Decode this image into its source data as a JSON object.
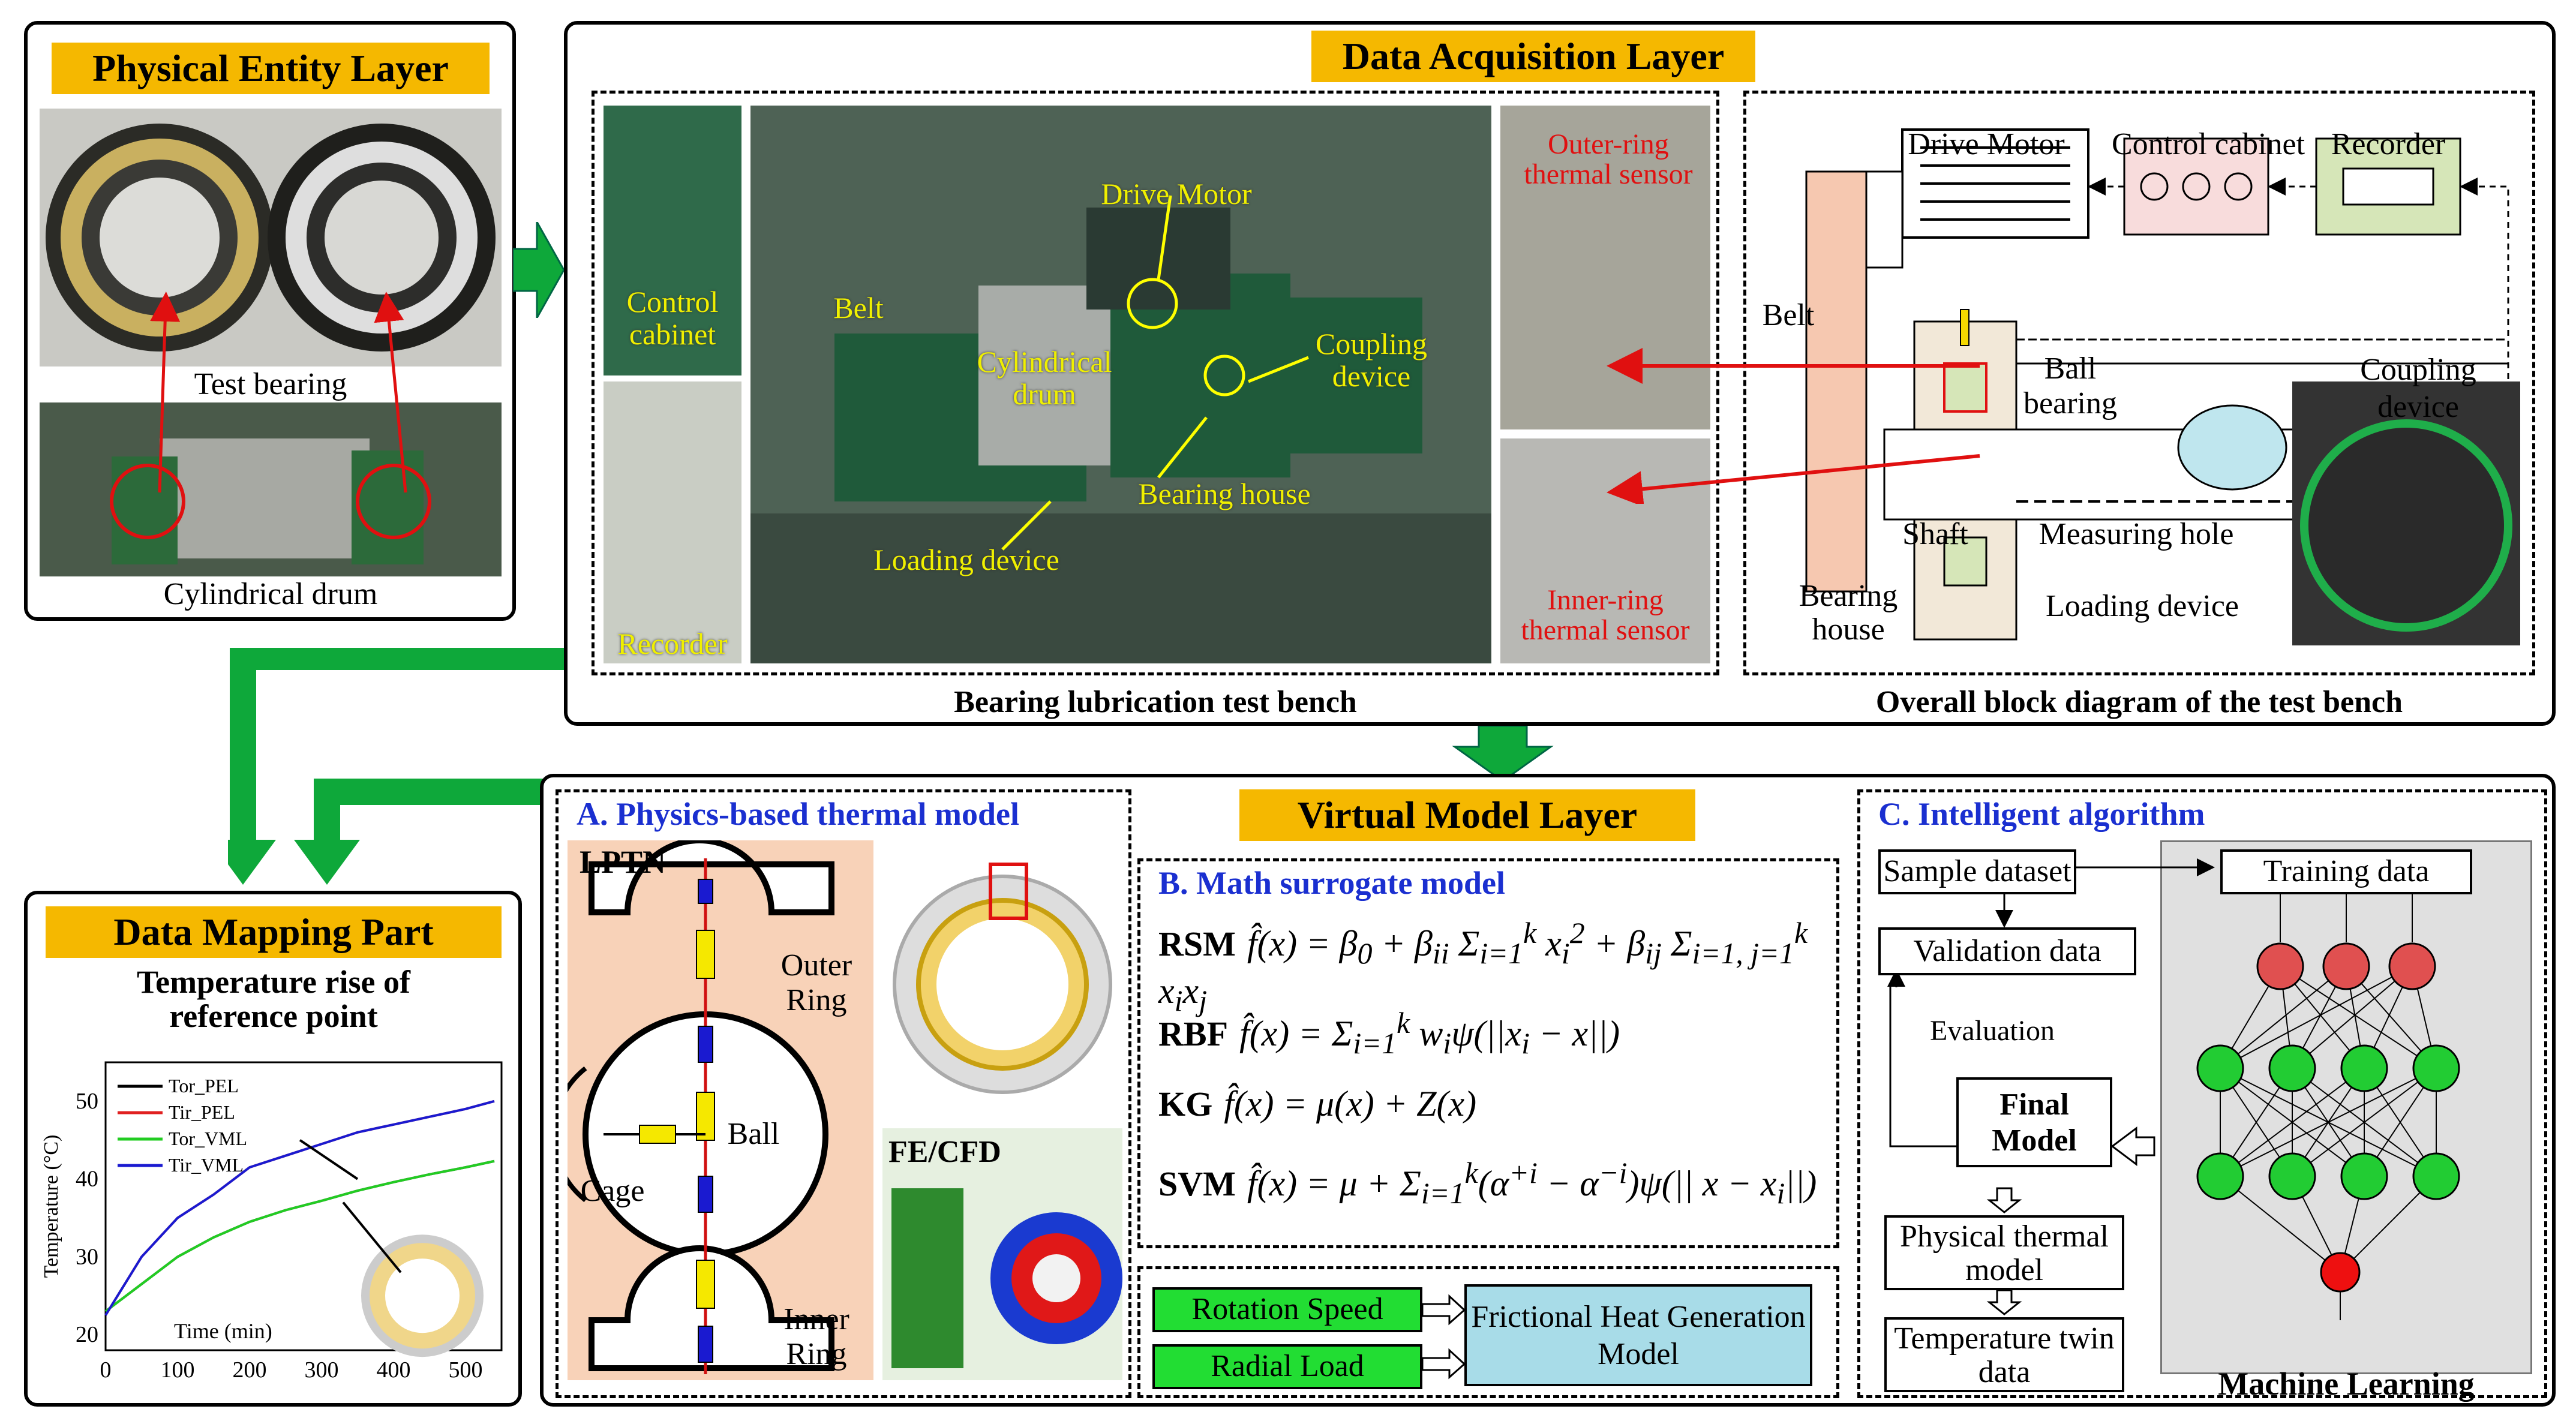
{
  "physical": {
    "title": "Physical Entity Layer",
    "test_bearing": "Test bearing",
    "drum": "Cylindrical drum"
  },
  "acquisition": {
    "title": "Data Acquisition Layer",
    "control_cabinet": "Control cabinet",
    "recorder": "Recorder",
    "drive_motor": "Drive Motor",
    "belt": "Belt",
    "cyl_drum": "Cylindrical drum",
    "coupling": "Coupling device",
    "bearing_house": "Bearing house",
    "loading": "Loading device",
    "outer_sensor": "Outer-ring thermal sensor",
    "inner_sensor": "Inner-ring thermal sensor",
    "bench_caption": "Bearing lubrication test bench",
    "block_caption": "Overall block diagram of the test bench",
    "bd": {
      "drive_motor": "Drive Motor",
      "control_cabinet": "Control cabinet",
      "recorder": "Recorder",
      "belt": "Belt",
      "ball_bearing": "Ball bearing",
      "coupling": "Coupling device",
      "shaft": "Shaft",
      "measuring_hole": "Measuring hole",
      "bearing_house": "Bearing house",
      "loading": "Loading device"
    }
  },
  "mapping": {
    "title": "Data Mapping Part",
    "chart_title_1": "Temperature rise of",
    "chart_title_2": "reference point"
  },
  "virtual": {
    "title": "Virtual Model Layer",
    "a_title": "A. Physics-based thermal model",
    "lptn": "LPTN",
    "outer_ring": "Outer Ring",
    "ball": "Ball",
    "cage": "Cage",
    "inner_ring": "Inner Ring",
    "fe_cfd": "FE/CFD",
    "b_title": "B. Math surrogate model",
    "rsm": "RSM",
    "rbf": "RBF",
    "kg": "KG",
    "svm": "SVM",
    "rotation_speed": "Rotation Speed",
    "radial_load": "Radial Load",
    "friction_model": "Frictional Heat Generation Model",
    "c_title": "C. Intelligent algorithm",
    "sample_dataset": "Sample dataset",
    "training_data": "Training data",
    "validation_data": "Validation data",
    "evaluation": "Evaluation",
    "final_model": "Final Model",
    "physical_thermal": "Physical thermal model",
    "twin_data": "Temperature twin data",
    "ml": "Machine Learning"
  },
  "chart_data": {
    "type": "line",
    "title": "Temperature rise of reference point",
    "xlabel": "Time (min)",
    "ylabel": "Temperature (°C)",
    "xlim": [
      0,
      550
    ],
    "ylim": [
      18,
      55
    ],
    "xticks": [
      0,
      100,
      200,
      300,
      400,
      500
    ],
    "yticks": [
      20,
      30,
      40,
      50
    ],
    "legend_position": "top-left",
    "series": [
      {
        "name": "Tor_PEL",
        "color": "#000000",
        "x": [
          0,
          50,
          100,
          150,
          200,
          250,
          300,
          350,
          400,
          450,
          500,
          540
        ],
        "y": [
          23,
          26.5,
          30,
          32.5,
          34.5,
          36,
          37.2,
          38.5,
          39.6,
          40.6,
          41.5,
          42.3
        ]
      },
      {
        "name": "Tir_PEL",
        "color": "#e02020",
        "x": [
          0,
          50,
          100,
          150,
          200,
          250,
          300,
          350,
          400,
          450,
          500,
          540
        ],
        "y": [
          22.5,
          30,
          35,
          38,
          41.5,
          43,
          44.5,
          46,
          47,
          48,
          49,
          50
        ]
      },
      {
        "name": "Tor_VML",
        "color": "#22cc22",
        "x": [
          0,
          50,
          100,
          150,
          200,
          250,
          300,
          350,
          400,
          450,
          500,
          540
        ],
        "y": [
          23,
          26.5,
          30,
          32.5,
          34.5,
          36,
          37.2,
          38.5,
          39.6,
          40.6,
          41.5,
          42.3
        ]
      },
      {
        "name": "Tir_VML",
        "color": "#1a1ad0",
        "x": [
          0,
          50,
          100,
          150,
          200,
          250,
          300,
          350,
          400,
          450,
          500,
          540
        ],
        "y": [
          22.5,
          30,
          35,
          38,
          41.5,
          43,
          44.5,
          46,
          47,
          48,
          49,
          50
        ]
      }
    ]
  }
}
